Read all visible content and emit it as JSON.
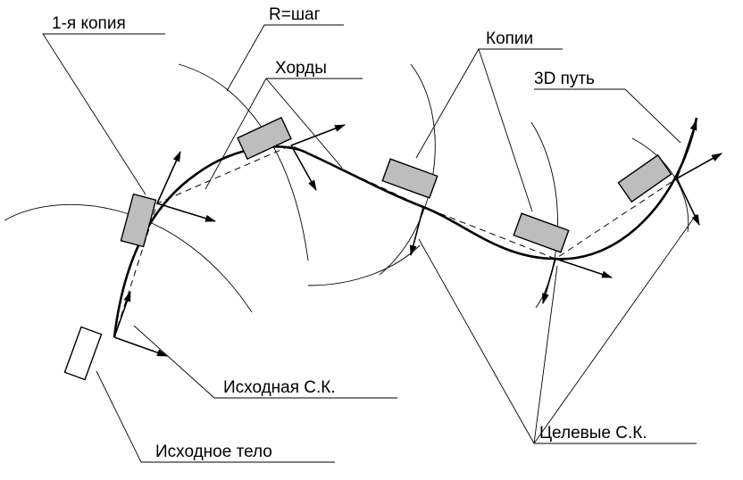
{
  "labels": {
    "first_copy": "1-я копия",
    "radius": "R=шаг",
    "chords": "Хорды",
    "copies": "Копии",
    "path3d": "3D путь",
    "source_cs": "Исходная С.К.",
    "target_cs": "Целевые С.К.",
    "source_body": "Исходное тело"
  },
  "colors": {
    "line": "#000000",
    "copy_fill": "#bdbdbd",
    "source_fill": "#ffffff"
  }
}
